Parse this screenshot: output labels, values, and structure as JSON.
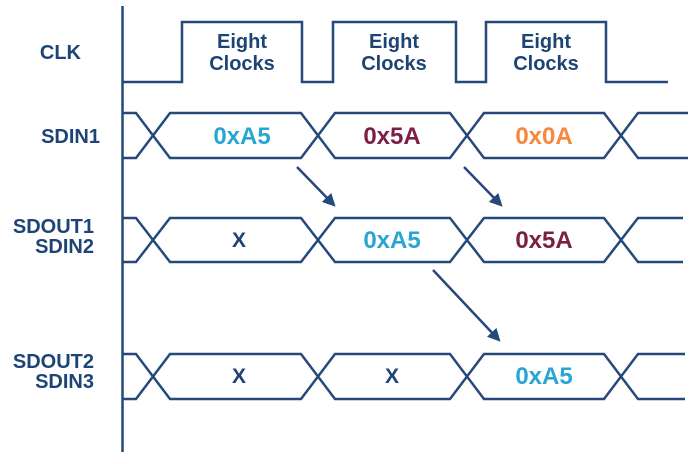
{
  "diagram": {
    "title_semantic": "spi-daisy-chain-timing-diagram",
    "colors": {
      "line": "#25497A",
      "text": "#1D4475",
      "value_cyan": "#29A5D4",
      "value_maroon": "#7D1F45",
      "value_orange": "#F5883C"
    },
    "clock": {
      "label": "CLK",
      "pulse_label": {
        "line1": "Eight",
        "line2": "Clocks"
      },
      "pulse_count": 3
    },
    "rows": [
      {
        "labels": [
          "SDIN1"
        ],
        "segments": [
          {
            "value": "0xA5",
            "color": "cyan"
          },
          {
            "value": "0x5A",
            "color": "maroon"
          },
          {
            "value": "0x0A",
            "color": "orange"
          }
        ]
      },
      {
        "labels": [
          "SDOUT1",
          "SDIN2"
        ],
        "segments": [
          {
            "value": "X",
            "color": "navy"
          },
          {
            "value": "0xA5",
            "color": "cyan"
          },
          {
            "value": "0x5A",
            "color": "maroon"
          }
        ]
      },
      {
        "labels": [
          "SDOUT2",
          "SDIN3"
        ],
        "segments": [
          {
            "value": "X",
            "color": "navy"
          },
          {
            "value": "X",
            "color": "navy"
          },
          {
            "value": "0xA5",
            "color": "cyan"
          }
        ]
      }
    ],
    "arrows": {
      "count": 3,
      "meaning": "data-shift-direction"
    }
  }
}
